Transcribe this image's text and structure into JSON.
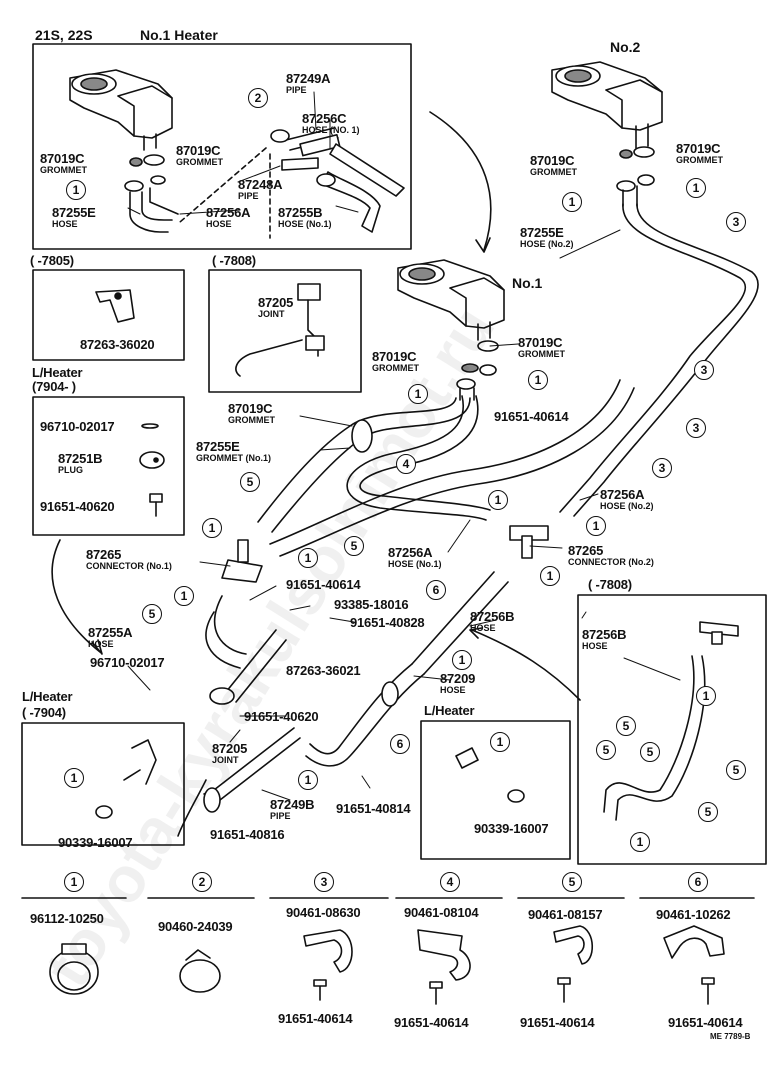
{
  "header": {
    "model": "21S, 22S",
    "heater_no1": "No.1 Heater",
    "no2": "No.2",
    "no1": "No.1"
  },
  "ranges": {
    "r7805": "(        -7805)",
    "r7808": "(   -7808)",
    "r7904a": "(7904-           )",
    "r7904b": "(      -7904)",
    "r7808b": "(   -7808)"
  },
  "lheater": [
    "L/Heater",
    "L/Heater",
    "L/Heater"
  ],
  "inset": {
    "p87249A": "87249A",
    "p87249A_d": "PIPE",
    "p87256C": "87256C",
    "p87256C_d": "HOSE (NO. 1)",
    "p87019C": "87019C",
    "p87019C_d": "GROMMET",
    "p87019C2": "87019C",
    "p87019C2_d": "GROMMET",
    "p87248A": "87248A",
    "p87248A_d": "PIPE",
    "p87255E": "87255E",
    "p87255E_d": "HOSE",
    "p87256A": "87256A",
    "p87256A_d": "HOSE",
    "p87255B": "87255B",
    "p87255B_d": "HOSE (No.1)"
  },
  "parts": {
    "a": "87263-36020",
    "b": "87205",
    "b_d": "JOINT",
    "c": "96710-02017",
    "d": "87251B",
    "d_d": "PLUG",
    "e": "91651-40620",
    "f": "87019C",
    "f_d": "GROMMET",
    "g": "87019C",
    "g_d": "GROMMET",
    "h": "87255E",
    "h_d": "HOSE (No.2)",
    "i": "87019C",
    "i_d": "GROMMET",
    "j": "87019C",
    "j_d": "GROMMET",
    "k": "87019C",
    "k_d": "GROMMET",
    "l": "87255E",
    "l_d": "GROMMET (No.1)",
    "m": "91651-40614",
    "n": "87256A",
    "n_d": "HOSE (No.2)",
    "o": "87265",
    "o_d": "CONNECTOR (No.1)",
    "p": "87256A",
    "p_d": "HOSE (No.1)",
    "q": "87265",
    "q_d": "CONNECTOR (No.2)",
    "r": "91651-40614",
    "s": "93385-18016",
    "t": "91651-40828",
    "u": "87255A",
    "u_d": "HOSE",
    "v": "96710-02017",
    "w": "87263-36021",
    "x": "87256B",
    "x_d": "HOSE",
    "y": "87209",
    "y_d": "HOSE",
    "z": "91651-40620",
    "aa": "87205",
    "aa_d": "JOINT",
    "ab": "87249B",
    "ab_d": "PIPE",
    "ac": "91651-40816",
    "ad": "91651-40814",
    "ae": "90339-16007",
    "af": "90339-16007",
    "ag": "87256B",
    "ag_d": "HOSE"
  },
  "legend": [
    {
      "num": "1",
      "part": "96112-10250",
      "bolt": ""
    },
    {
      "num": "2",
      "part": "90460-24039",
      "bolt": ""
    },
    {
      "num": "3",
      "part": "90461-08630",
      "bolt": "91651-40614"
    },
    {
      "num": "4",
      "part": "90461-08104",
      "bolt": "91651-40614"
    },
    {
      "num": "5",
      "part": "90461-08157",
      "bolt": "91651-40614"
    },
    {
      "num": "6",
      "part": "90461-10262",
      "bolt": "91651-40614"
    }
  ],
  "watermark": "toyota-kyrakulsolnimot.ru",
  "code": "ME 7789-B"
}
